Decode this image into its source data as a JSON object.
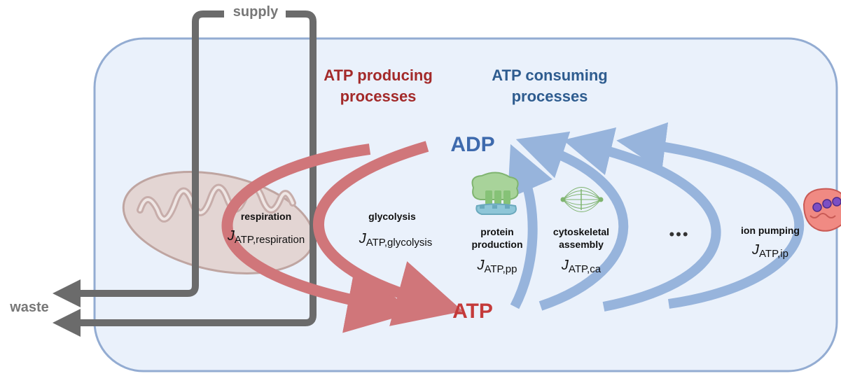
{
  "labels": {
    "supply": "supply",
    "waste": "waste",
    "producing_line1": "ATP producing",
    "producing_line2": "processes",
    "consuming_line1": "ATP consuming",
    "consuming_line2": "processes",
    "adp": "ADP",
    "atp": "ATP",
    "ellipsis": "•••"
  },
  "processes": {
    "respiration": {
      "name": "respiration",
      "j": "J",
      "sub": "ATP,respiration"
    },
    "glycolysis": {
      "name": "glycolysis",
      "j": "J",
      "sub": "ATP,glycolysis"
    },
    "protein": {
      "name_line1": "protein",
      "name_line2": "production",
      "j": "J",
      "sub": "ATP,pp"
    },
    "cytoskeletal": {
      "name_line1": "cytoskeletal",
      "name_line2": "assembly",
      "j": "J",
      "sub": "ATP,ca"
    },
    "ion": {
      "name": "ion pumping",
      "j": "J",
      "sub": "ATP,ip"
    }
  },
  "icons": [
    "mitochondrion-icon",
    "ribosome-icon",
    "spindle-icon",
    "ion-pump-icon"
  ],
  "colors": {
    "cell_fill": "#eaf1fb",
    "cell_border": "#93acd2",
    "producing": "#d0767a",
    "consuming": "#97b4dc",
    "supply_waste": "#6b6b6b",
    "producing_text": "#a32a2a",
    "consuming_text": "#2e5c8f"
  }
}
